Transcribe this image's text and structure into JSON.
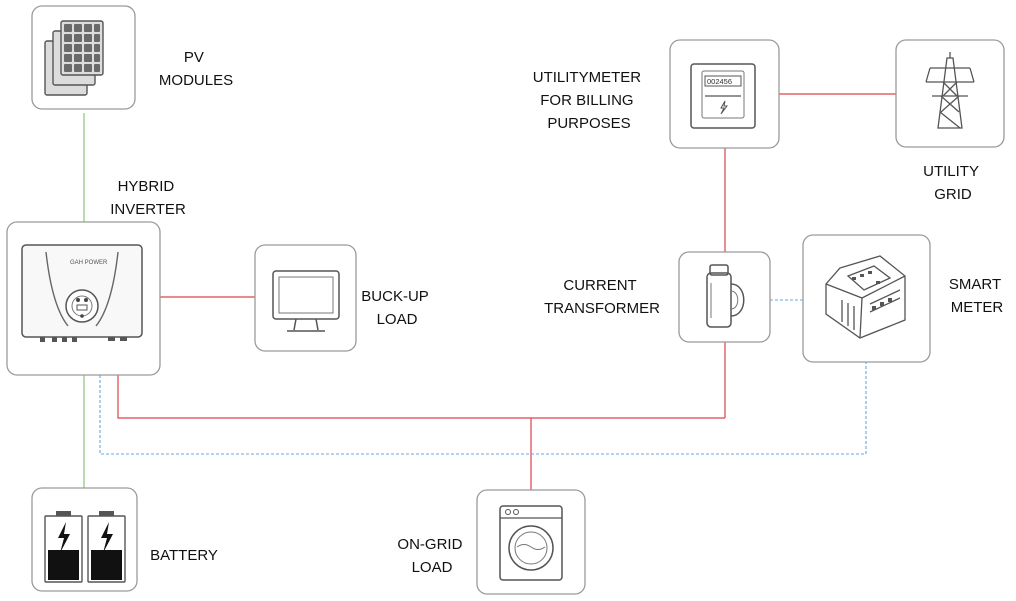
{
  "labels": {
    "pv_modules": [
      "PV",
      "MODULES"
    ],
    "hybrid_inverter": [
      "HYBRID",
      "INVERTER"
    ],
    "backup_load": [
      "BUCK-UP",
      "LOAD"
    ],
    "battery": [
      "BATTERY"
    ],
    "on_grid_load": [
      "ON-GRID",
      "LOAD"
    ],
    "utility_meter": [
      "UTILITYMETER",
      "FOR BILLING",
      "PURPOSES"
    ],
    "utility_grid": [
      "UTILITY",
      "GRID"
    ],
    "current_transformer": [
      "CURRENT",
      "TRANSFORMER"
    ],
    "smart_meter": [
      "SMART",
      "METER"
    ]
  },
  "inverter_brand": "GAH POWER",
  "meter_reading": "002456",
  "colors": {
    "ac_line": "#d9434b",
    "dc_line": "#8cc37a",
    "comm_line": "#64a8e0",
    "box_border": "#9a9a9a"
  }
}
